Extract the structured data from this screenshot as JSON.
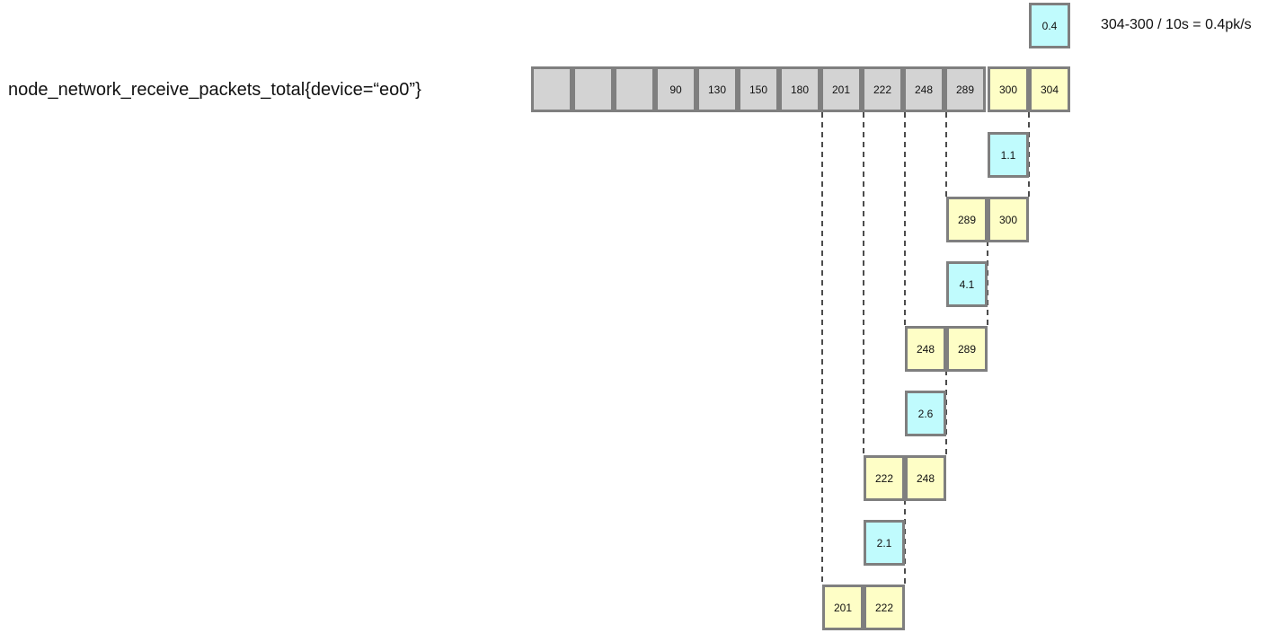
{
  "metric_label": "node_network_receive_packets_total{device=“eo0”}",
  "formula": "304-300 / 10s = 0.4pk/s",
  "series": [
    "",
    "",
    "",
    "90",
    "130",
    "150",
    "180",
    "201",
    "222",
    "248",
    "289",
    "300",
    "304"
  ],
  "pairs": [
    {
      "a": "289",
      "b": "300",
      "rate": "1.1"
    },
    {
      "a": "248",
      "b": "289",
      "rate": "4.1"
    },
    {
      "a": "222",
      "b": "248",
      "rate": "2.6"
    },
    {
      "a": "201",
      "b": "222",
      "rate": "2.1"
    }
  ],
  "last_rate": "0.4",
  "colors": {
    "sample": "#d3d3d3",
    "window": "#fefec6",
    "rate": "#c0fbfd",
    "border": "#7f7f7f"
  }
}
